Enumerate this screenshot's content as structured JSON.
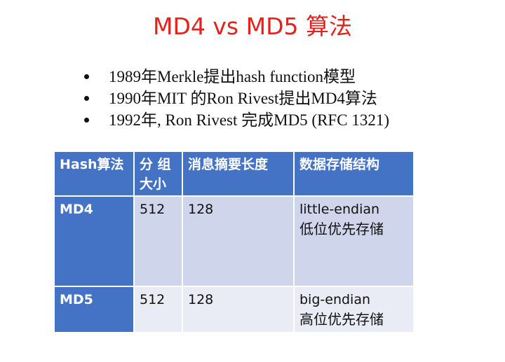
{
  "title": "MD4 vs MD5 算法",
  "bullets": [
    "1989年Merkle提出hash function模型",
    "1990年MIT 的Ron Rivest提出MD4算法",
    "1992年, Ron Rivest 完成MD5 (RFC 1321)"
  ],
  "table": {
    "headers": [
      "Hash算法",
      "分 组\n大小",
      "消息摘要长度",
      "数据存储结构"
    ],
    "rows": [
      {
        "name": "MD4",
        "block_size": "512",
        "digest_length": "128",
        "storage_en": "little-endian",
        "storage_zh": "低位优先存储"
      },
      {
        "name": "MD5",
        "block_size": "512",
        "digest_length": "128",
        "storage_en": "big-endian",
        "storage_zh": "高位优先存储"
      }
    ]
  },
  "colors": {
    "title": "#e8201c",
    "header_bg": "#4472c4",
    "row_band_1": "#cfd5ea",
    "row_band_2": "#e9ebf5"
  }
}
